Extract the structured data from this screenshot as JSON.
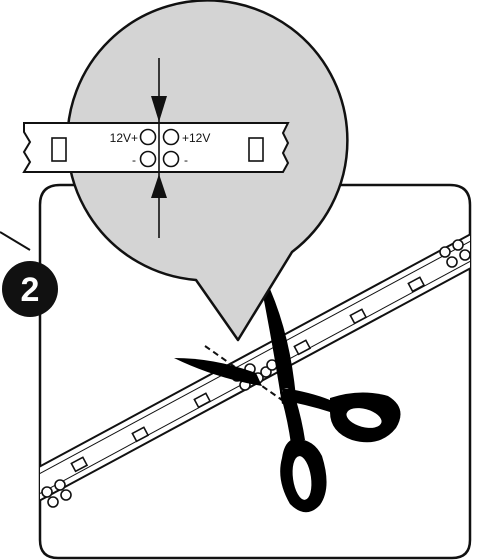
{
  "step_badge": {
    "number": "2"
  },
  "magnifier": {
    "labels": {
      "top_left": "12V+",
      "top_right": "+12V",
      "bottom_left": "-",
      "bottom_right": "-"
    }
  },
  "colors": {
    "magnifier_fill": "#d4d4d4",
    "panel_fill": "#ffffff",
    "outline": "#111111",
    "scissors": "#000000",
    "badge": "#111111"
  },
  "icons": [
    "scissors-icon",
    "cut-arrow-down-icon",
    "cut-arrow-up-icon"
  ]
}
